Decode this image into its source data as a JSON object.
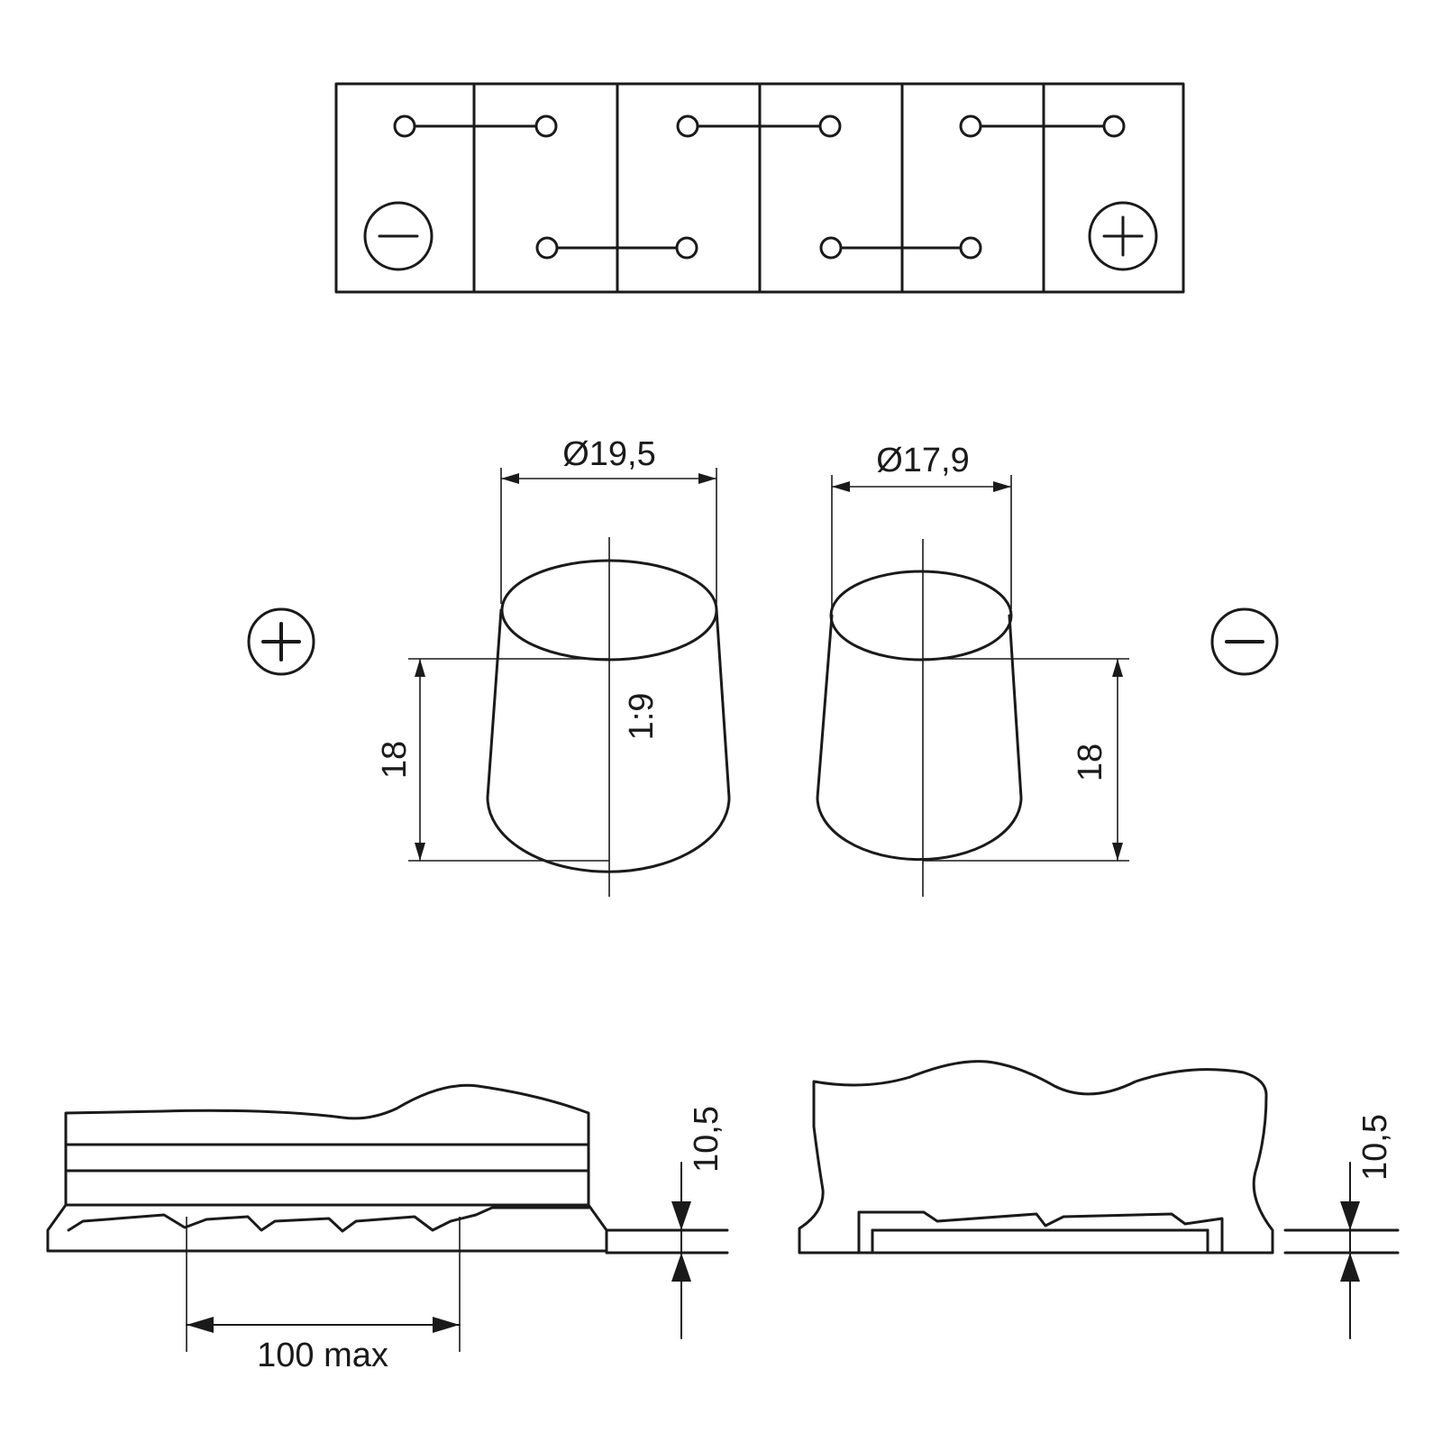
{
  "diagram": {
    "top_view": {
      "cells": 6,
      "negative_symbol": "−",
      "positive_symbol": "+"
    },
    "terminals": {
      "positive_symbol": "+",
      "negative_symbol": "−",
      "positive_diameter": "Ø19,5",
      "negative_diameter": "Ø17,9",
      "taper": "1:9",
      "height_left": "18",
      "height_right": "18"
    },
    "hold_down": {
      "length_label": "100 max",
      "ledge_height_left": "10,5",
      "ledge_height_right": "10,5"
    }
  }
}
